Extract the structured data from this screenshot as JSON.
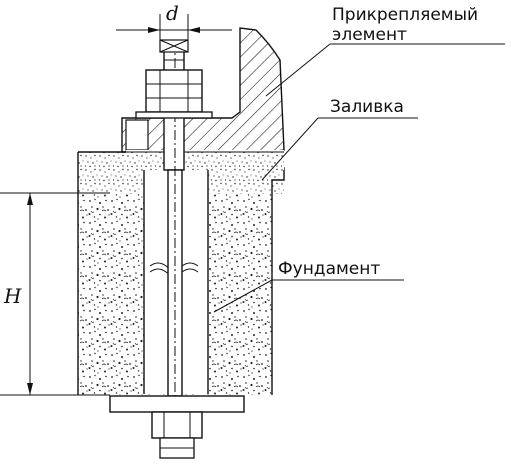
{
  "diagram": {
    "labels": {
      "attached_element": [
        "Прикрепляемый",
        "элемент"
      ],
      "grout": "Заливка",
      "foundation": "Фундамент"
    },
    "dimensions": {
      "diameter": "d",
      "depth": "H"
    }
  }
}
